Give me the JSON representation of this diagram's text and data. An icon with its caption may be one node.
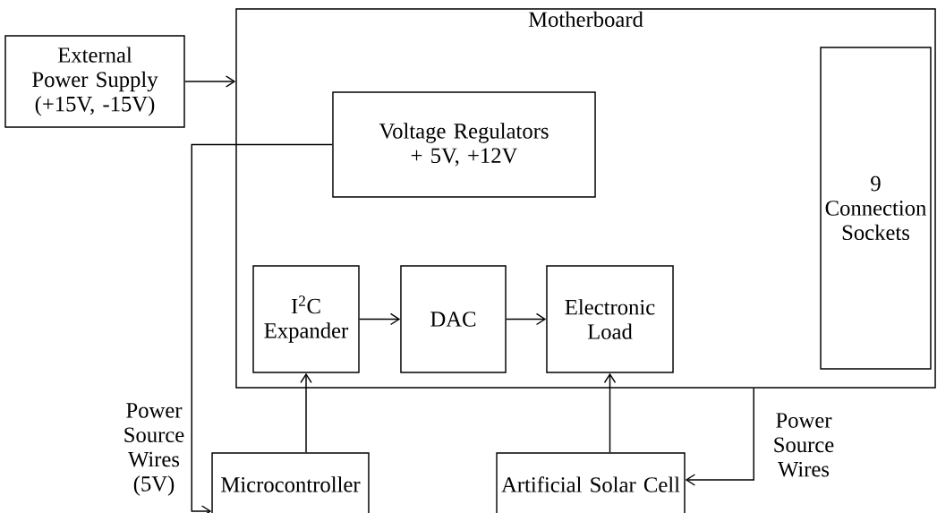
{
  "diagram": {
    "nodes": [
      {
        "text": [
          "External Power Supply (+15V, -15V)"
        ]
      },
      {
        "text": [
          "Motherboard"
        ]
      },
      {
        "text": [
          "Voltage Regulators + 5V, +12V"
        ],
        "in": 1
      },
      {
        "text": [
          "9 Connection Sockets"
        ],
        "in": 1
      },
      {
        "text": [
          "I$^{2}$C Expander"
        ],
        "in": 1
      },
      {
        "text": [
          "DAC"
        ],
        "in": 1
      },
      {
        "text": [
          "Electronic Load"
        ],
        "in": 1
      },
      {
        "text": [
          "Microcontroller"
        ]
      },
      {
        "text": [
          "Artificial Solar Cell"
        ]
      }
    ],
    "edges": [
      {
        "from": 0,
        "to": 1,
        "arrow": "to"
      },
      {
        "from": 2,
        "to": 7,
        "arrow": "to",
        "label": "Power Source Wires (5V)"
      },
      {
        "from": 4,
        "to": 5,
        "arrow": "to"
      },
      {
        "from": 5,
        "to": 6,
        "arrow": "to"
      },
      {
        "from": 7,
        "to": 4,
        "arrow": "to"
      },
      {
        "from": 8,
        "to": 6,
        "arrow": "to"
      },
      {
        "from": 1,
        "to": 8,
        "arrow": "to",
        "label": "Power Source Wires"
      }
    ]
  }
}
